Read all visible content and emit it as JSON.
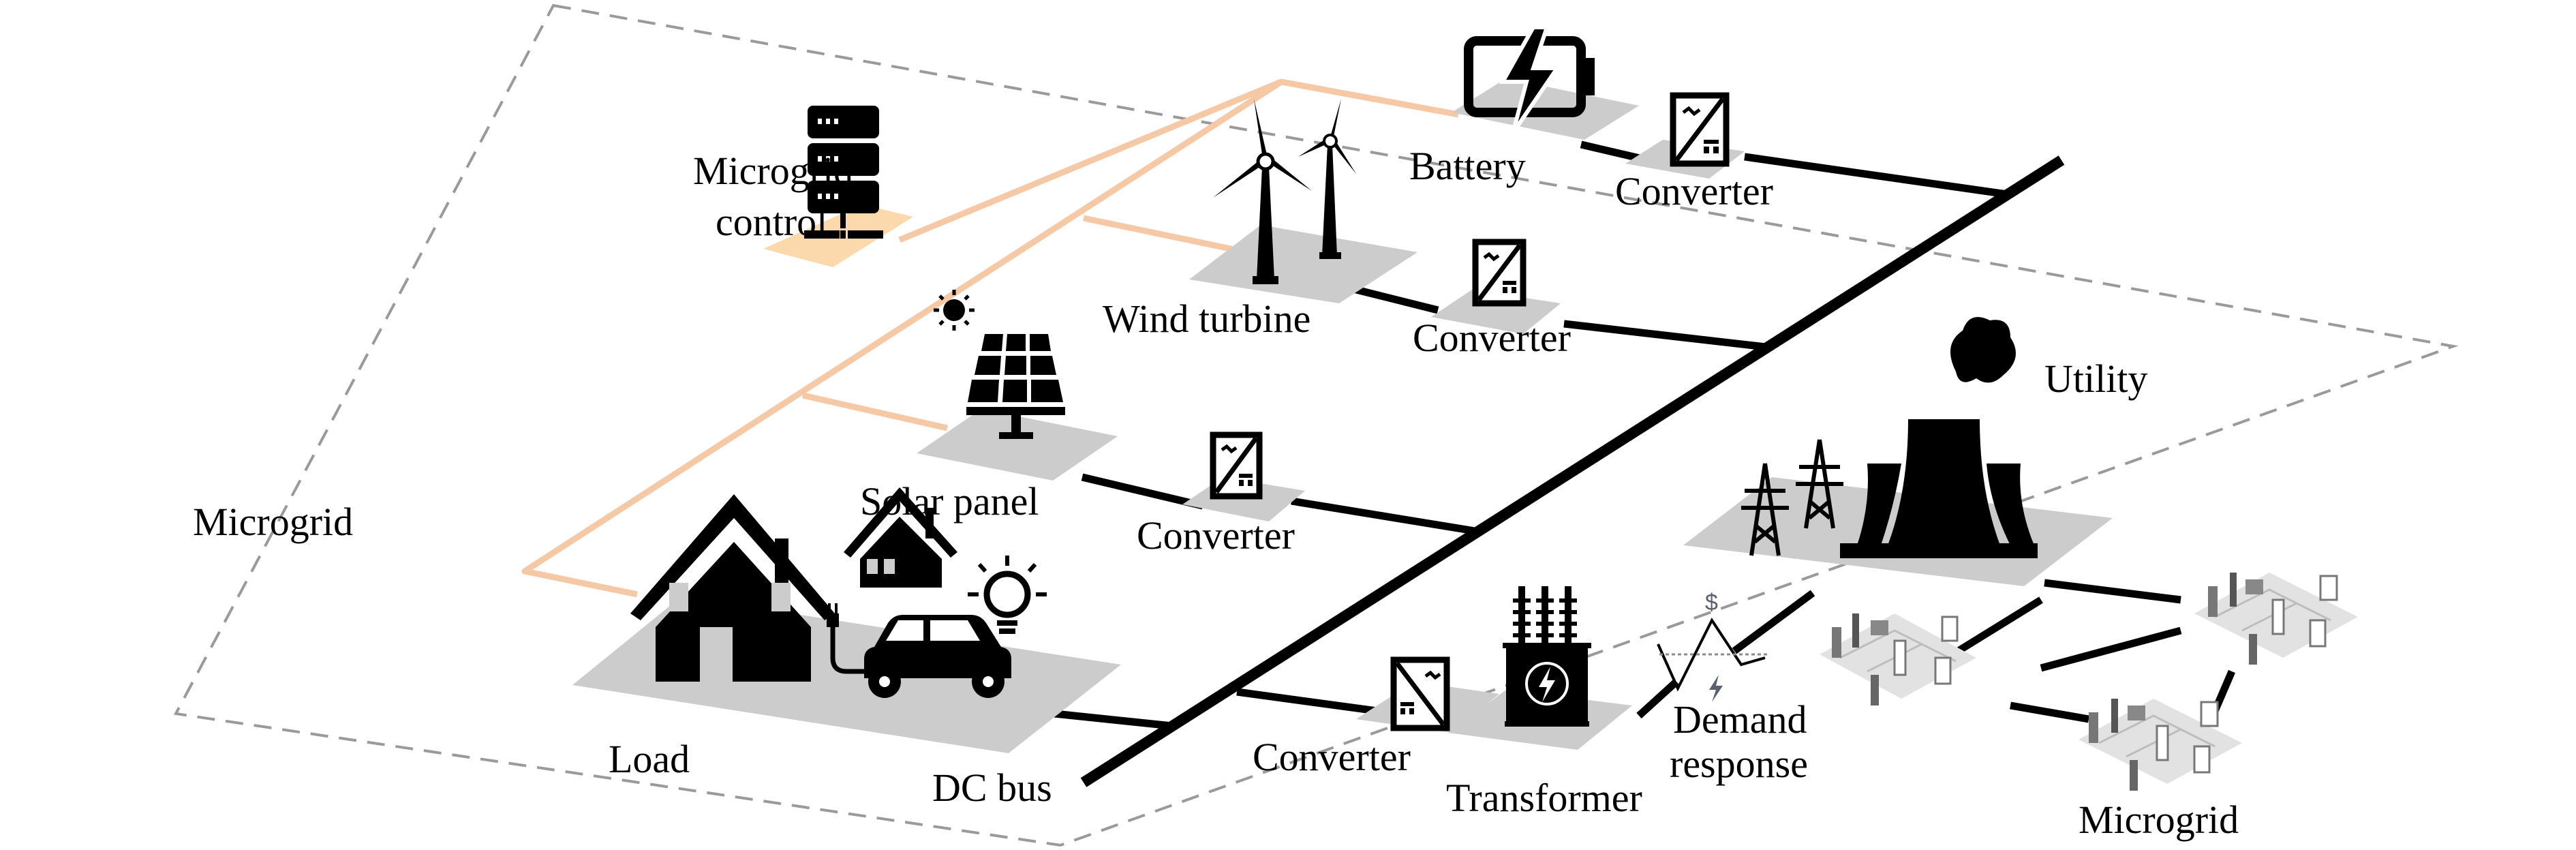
{
  "title": "Microgrid architecture with DC bus, utility connection and networked microgrids",
  "colors": {
    "control_link": "#f6c9a6",
    "control_pad": "#fbd9ac",
    "component_pad": "#cccccc",
    "boundary": "#9a9a9a",
    "icon": "#000000"
  },
  "microgrid_boundary": {
    "label": "Microgrid"
  },
  "components": {
    "microgrid_control": {
      "label_line1": "Microgrid",
      "label_line2": "control",
      "icon": "server-rack-icon"
    },
    "battery": {
      "label": "Battery",
      "icon": "battery-charging-icon"
    },
    "wind_turbine": {
      "label": "Wind turbine",
      "icon": "wind-turbine-icon"
    },
    "solar_panel": {
      "label": "Solar panel",
      "icon": "solar-panel-icon"
    },
    "load": {
      "label": "Load",
      "icons": [
        "house-icon",
        "small-house-icon",
        "light-bulb-icon",
        "electric-car-icon"
      ]
    },
    "dc_bus": {
      "label": "DC bus"
    },
    "converter_battery": {
      "label": "Converter",
      "icon": "dc-ac-converter-icon"
    },
    "converter_wind": {
      "label": "Converter",
      "icon": "dc-ac-converter-icon"
    },
    "converter_solar": {
      "label": "Converter",
      "icon": "dc-ac-converter-icon"
    },
    "converter_grid": {
      "label": "Converter",
      "icon": "dc-ac-converter-icon"
    },
    "transformer": {
      "label": "Transformer",
      "icon": "transformer-icon"
    },
    "demand_response": {
      "label_line1": "Demand",
      "label_line2": "response",
      "icon": "demand-response-icon",
      "symbol": "$"
    },
    "utility": {
      "label": "Utility",
      "icon": "power-plant-icon"
    },
    "networked_microgrids": {
      "label": "Microgrid",
      "icon": "microgrid-cluster-icon"
    }
  }
}
